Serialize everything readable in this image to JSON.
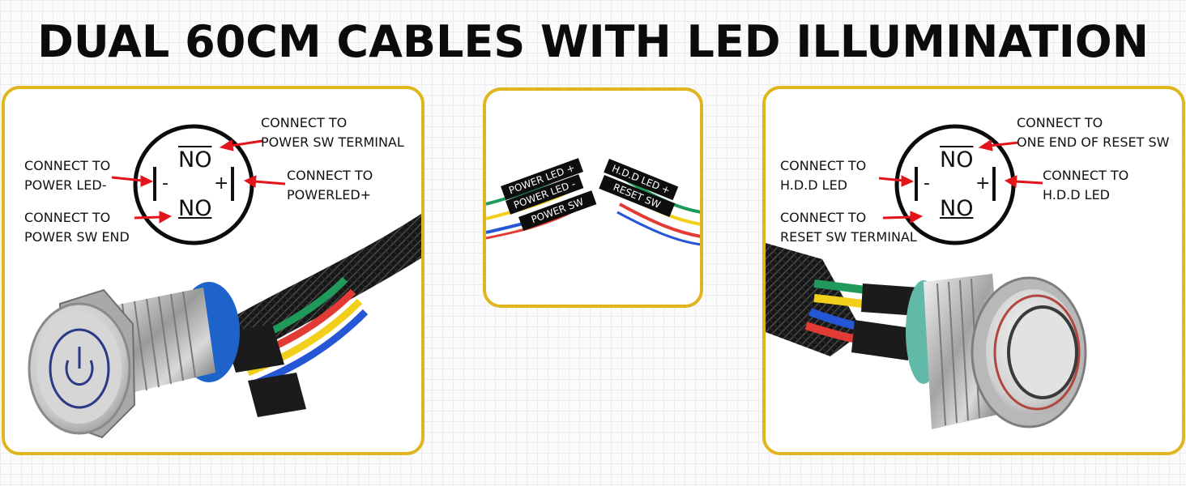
{
  "title": "DUAL 60CM CABLES WITH LED ILLUMINATION",
  "left_panel": {
    "symbol_no_top": "NO",
    "symbol_no_bottom": "NO",
    "symbol_minus": "-",
    "symbol_plus": "+",
    "labels": {
      "top_right": [
        "CONNECT TO",
        "POWER SW TERMINAL"
      ],
      "left": [
        "CONNECT TO",
        "POWER LED-"
      ],
      "right": [
        "CONNECT TO",
        "POWERLED+"
      ],
      "bottom_left": [
        "CONNECT TO",
        "POWER SW END"
      ]
    }
  },
  "middle_panel": {
    "left_tags": [
      "POWER LED +",
      "POWER LED -",
      "POWER SW"
    ],
    "right_tags": [
      "H.D.D LED  +",
      "RESET SW"
    ]
  },
  "right_panel": {
    "symbol_no_top": "NO",
    "symbol_no_bottom": "NO",
    "symbol_minus": "-",
    "symbol_plus": "+",
    "labels": {
      "top_right": [
        "CONNECT TO",
        "ONE END OF RESET SW"
      ],
      "left": [
        "CONNECT TO",
        "H.D.D LED"
      ],
      "right": [
        "CONNECT TO",
        "H.D.D LED"
      ],
      "bottom_left": [
        "CONNECT TO",
        "RESET SW TERMINAL"
      ]
    }
  },
  "colors": {
    "panel_border": "#e0b61e",
    "arrow": "#e3141c",
    "wire_green": "#1f9a5a",
    "wire_red": "#e23a35",
    "wire_yellow": "#f2cf1a",
    "wire_blue": "#2456d6",
    "sleeve_blue": "#1e63c9",
    "ring_teal": "#63b9a8"
  }
}
